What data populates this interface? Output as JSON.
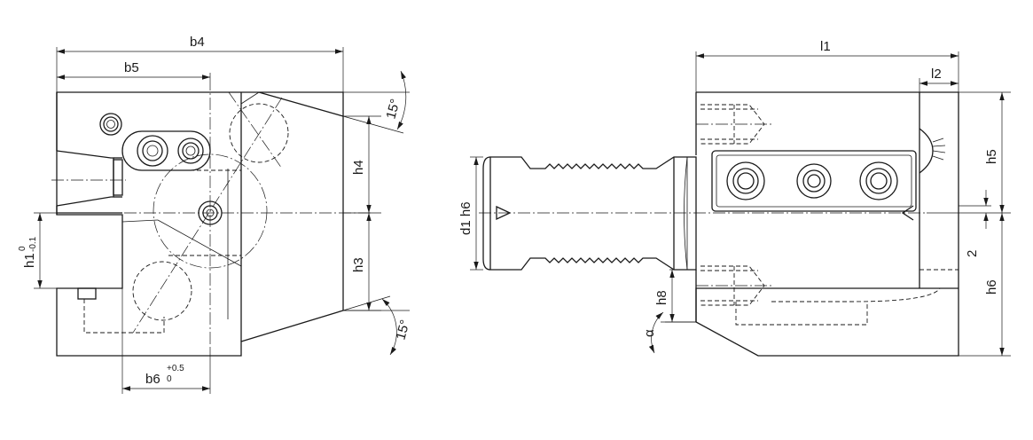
{
  "labels": {
    "b4": "b4",
    "b5": "b5",
    "b6": "b6",
    "b6_tol_upper": "+0.5",
    "b6_tol_lower": "0",
    "h1": "h1",
    "h1_tol_upper": "0",
    "h1_tol_lower": "-0.1",
    "h3": "h3",
    "h4": "h4",
    "angle_top": "15°",
    "angle_bottom": "15°",
    "l1": "l1",
    "l2": "l2",
    "h5": "h5",
    "h6": "h6",
    "h8": "h8",
    "d1h6": "d1 h6",
    "alpha": "α",
    "two": "2"
  }
}
